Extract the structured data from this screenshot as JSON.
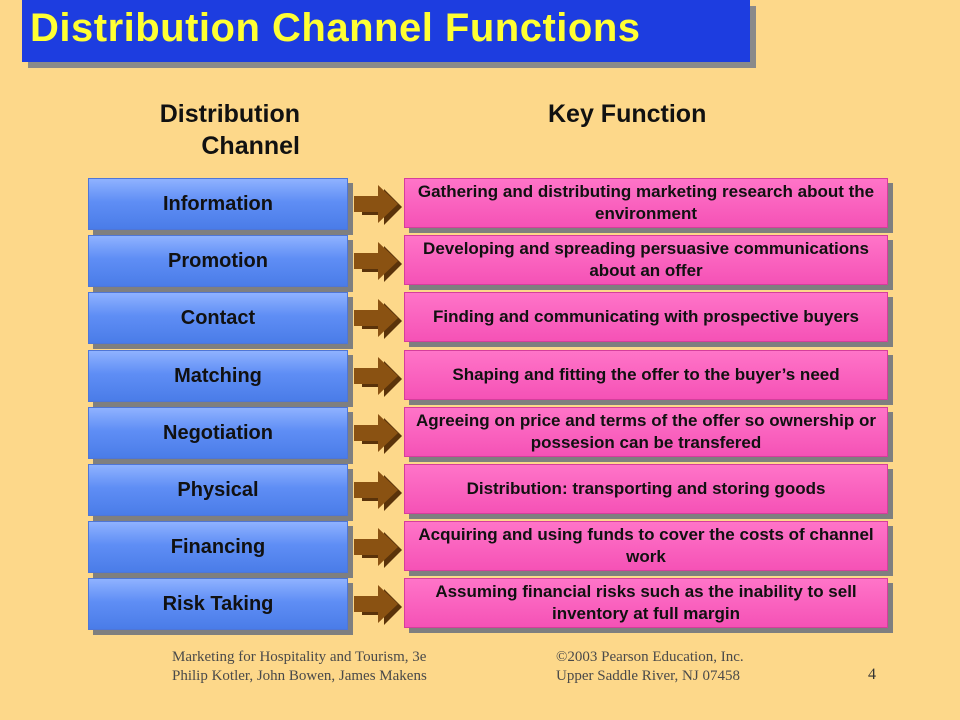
{
  "title": "Distribution Channel Functions",
  "headers": {
    "left_line1": "Distribution",
    "left_line2": "Channel",
    "right": "Key Function"
  },
  "rows": [
    {
      "channel": "Information",
      "function": "Gathering and distributing marketing research about the environment"
    },
    {
      "channel": "Promotion",
      "function": "Developing and spreading persuasive communications about an offer"
    },
    {
      "channel": "Contact",
      "function": "Finding and communicating with prospective buyers"
    },
    {
      "channel": "Matching",
      "function": "Shaping and fitting the offer to the buyer’s need"
    },
    {
      "channel": "Negotiation",
      "function": "Agreeing on price and terms of the offer so ownership or possesion can be transfered"
    },
    {
      "channel": "Physical",
      "function": "Distribution: transporting and storing goods"
    },
    {
      "channel": "Financing",
      "function": "Acquiring and using funds to cover the costs of channel work"
    },
    {
      "channel": "Risk Taking",
      "function": "Assuming financial risks such as the inability to sell inventory at full margin"
    }
  ],
  "footer": {
    "left_line1": "Marketing for Hospitality and Tourism, 3e",
    "left_line2": "Philip Kotler, John Bowen, James Makens",
    "right_line1": "©2003 Pearson Education, Inc.",
    "right_line2": "Upper Saddle River, NJ 07458",
    "page": "4"
  },
  "colors": {
    "background": "#fdd88a",
    "title_bg": "#1d3de0",
    "title_text": "#ffff33",
    "channel_box": "#5f8ef5",
    "function_box": "#f552b6",
    "arrow": "#8a5212"
  }
}
